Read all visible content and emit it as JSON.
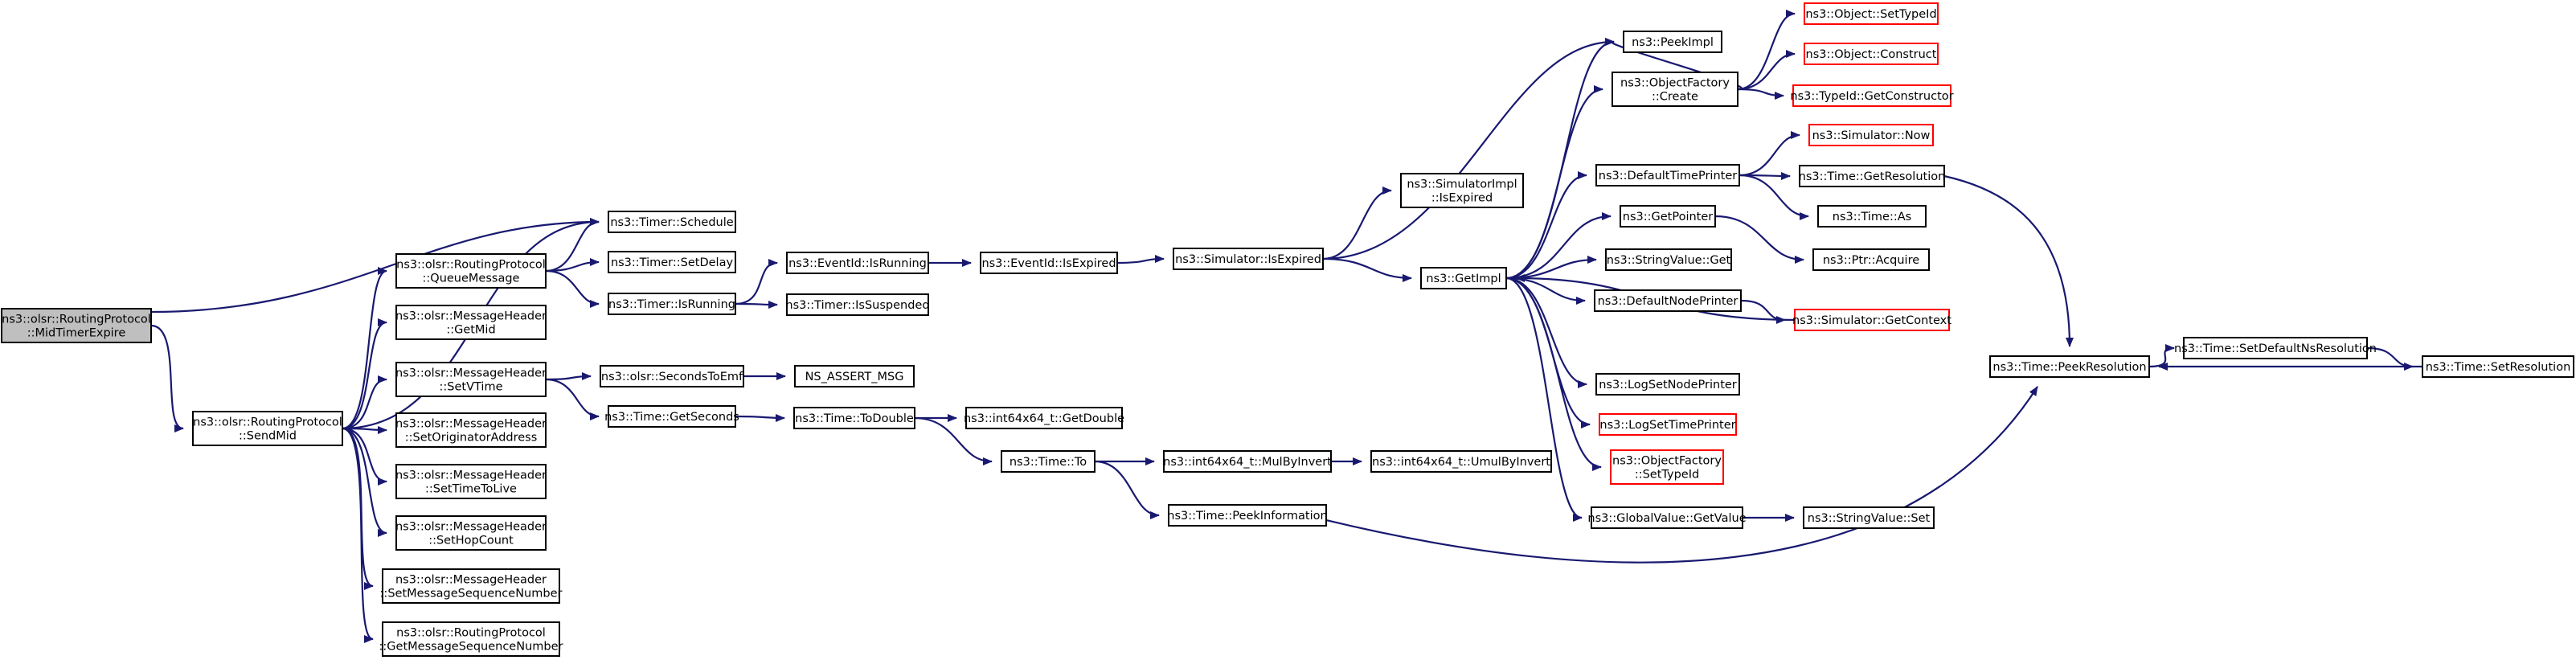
{
  "nodes": [
    {
      "id": "mte",
      "lines": [
        "ns3::olsr::RoutingProtocol",
        "::MidTimerExpire"
      ],
      "kind": "root"
    },
    {
      "id": "sendmid",
      "lines": [
        "ns3::olsr::RoutingProtocol",
        "::SendMid"
      ]
    },
    {
      "id": "schedule",
      "lines": [
        "ns3::Timer::Schedule"
      ]
    },
    {
      "id": "queuemsg",
      "lines": [
        "ns3::olsr::RoutingProtocol",
        "::QueueMessage"
      ]
    },
    {
      "id": "setdelay",
      "lines": [
        "ns3::Timer::SetDelay"
      ]
    },
    {
      "id": "isrunning",
      "lines": [
        "ns3::Timer::IsRunning"
      ]
    },
    {
      "id": "eid_running",
      "lines": [
        "ns3::EventId::IsRunning"
      ]
    },
    {
      "id": "issuspended",
      "lines": [
        "ns3::Timer::IsSuspended"
      ]
    },
    {
      "id": "getmid",
      "lines": [
        "ns3::olsr::MessageHeader",
        "::GetMid"
      ]
    },
    {
      "id": "setvtime",
      "lines": [
        "ns3::olsr::MessageHeader",
        "::SetVTime"
      ]
    },
    {
      "id": "secstoemf",
      "lines": [
        "ns3::olsr::SecondsToEmf"
      ]
    },
    {
      "id": "nsassert",
      "lines": [
        "NS_ASSERT_MSG"
      ]
    },
    {
      "id": "getseconds",
      "lines": [
        "ns3::Time::GetSeconds"
      ]
    },
    {
      "id": "setorig",
      "lines": [
        "ns3::olsr::MessageHeader",
        "::SetOriginatorAddress"
      ]
    },
    {
      "id": "setttl",
      "lines": [
        "ns3::olsr::MessageHeader",
        "::SetTimeToLive"
      ]
    },
    {
      "id": "sethop",
      "lines": [
        "ns3::olsr::MessageHeader",
        "::SetHopCount"
      ]
    },
    {
      "id": "setseq",
      "lines": [
        "ns3::olsr::MessageHeader",
        "::SetMessageSequenceNumber"
      ]
    },
    {
      "id": "getseq",
      "lines": [
        "ns3::olsr::RoutingProtocol",
        "::GetMessageSequenceNumber"
      ]
    },
    {
      "id": "eid_expired",
      "lines": [
        "ns3::EventId::IsExpired"
      ]
    },
    {
      "id": "sim_expired",
      "lines": [
        "ns3::Simulator::IsExpired"
      ]
    },
    {
      "id": "simimpl_expired",
      "lines": [
        "ns3::SimulatorImpl",
        "::IsExpired"
      ]
    },
    {
      "id": "getimpl",
      "lines": [
        "ns3::GetImpl"
      ]
    },
    {
      "id": "todouble",
      "lines": [
        "ns3::Time::ToDouble"
      ]
    },
    {
      "id": "i64_getdouble",
      "lines": [
        "ns3::int64x64_t::GetDouble"
      ]
    },
    {
      "id": "timeto",
      "lines": [
        "ns3::Time::To"
      ]
    },
    {
      "id": "mulbyinv",
      "lines": [
        "ns3::int64x64_t::MulByInvert"
      ]
    },
    {
      "id": "umulbyinv",
      "lines": [
        "ns3::int64x64_t::UmulByInvert"
      ]
    },
    {
      "id": "peekinfo",
      "lines": [
        "ns3::Time::PeekInformation"
      ]
    },
    {
      "id": "peekimpl",
      "lines": [
        "ns3::PeekImpl"
      ]
    },
    {
      "id": "objfac_create",
      "lines": [
        "ns3::ObjectFactory",
        "::Create"
      ]
    },
    {
      "id": "obj_settypeid",
      "lines": [
        "ns3::Object::SetTypeId"
      ],
      "kind": "trunc"
    },
    {
      "id": "obj_construct",
      "lines": [
        "ns3::Object::Construct"
      ],
      "kind": "trunc"
    },
    {
      "id": "typeid_getctor",
      "lines": [
        "ns3::TypeId::GetConstructor"
      ],
      "kind": "trunc"
    },
    {
      "id": "defaulttp",
      "lines": [
        "ns3::DefaultTimePrinter"
      ]
    },
    {
      "id": "simnow",
      "lines": [
        "ns3::Simulator::Now"
      ],
      "kind": "trunc"
    },
    {
      "id": "getres",
      "lines": [
        "ns3::Time::GetResolution"
      ]
    },
    {
      "id": "timeas",
      "lines": [
        "ns3::Time::As"
      ]
    },
    {
      "id": "getpointer",
      "lines": [
        "ns3::GetPointer"
      ]
    },
    {
      "id": "ptracquire",
      "lines": [
        "ns3::Ptr::Acquire"
      ]
    },
    {
      "id": "strval_get",
      "lines": [
        "ns3::StringValue::Get"
      ]
    },
    {
      "id": "defaultnp",
      "lines": [
        "ns3::DefaultNodePrinter"
      ]
    },
    {
      "id": "simctx",
      "lines": [
        "ns3::Simulator::GetContext"
      ],
      "kind": "trunc"
    },
    {
      "id": "logsetnp",
      "lines": [
        "ns3::LogSetNodePrinter"
      ]
    },
    {
      "id": "logsettp",
      "lines": [
        "ns3::LogSetTimePrinter"
      ],
      "kind": "trunc"
    },
    {
      "id": "objfac_settypeid",
      "lines": [
        "ns3::ObjectFactory",
        "::SetTypeId"
      ],
      "kind": "trunc"
    },
    {
      "id": "gv_getvalue",
      "lines": [
        "ns3::GlobalValue::GetValue"
      ]
    },
    {
      "id": "strval_set",
      "lines": [
        "ns3::StringValue::Set"
      ]
    },
    {
      "id": "peekres",
      "lines": [
        "ns3::Time::PeekResolution"
      ]
    },
    {
      "id": "setdefres",
      "lines": [
        "ns3::Time::SetDefaultNsResolution"
      ]
    },
    {
      "id": "setres",
      "lines": [
        "ns3::Time::SetResolution"
      ]
    }
  ]
}
